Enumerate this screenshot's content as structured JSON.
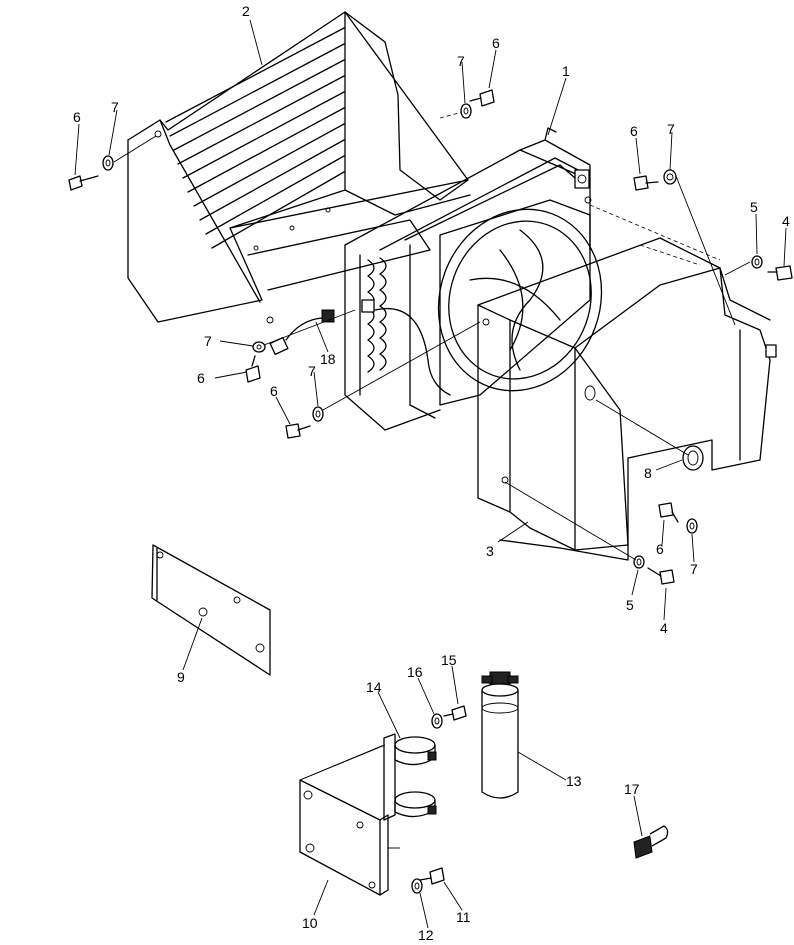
{
  "callouts": [
    {
      "text": "1"
    },
    {
      "text": "2"
    },
    {
      "text": "3"
    },
    {
      "text": "4"
    },
    {
      "text": "4"
    },
    {
      "text": "5"
    },
    {
      "text": "5"
    },
    {
      "text": "6"
    },
    {
      "text": "6"
    },
    {
      "text": "6"
    },
    {
      "text": "6"
    },
    {
      "text": "6"
    },
    {
      "text": "6"
    },
    {
      "text": "7"
    },
    {
      "text": "7"
    },
    {
      "text": "7"
    },
    {
      "text": "7"
    },
    {
      "text": "7"
    },
    {
      "text": "7"
    },
    {
      "text": "8"
    },
    {
      "text": "9"
    },
    {
      "text": "10"
    },
    {
      "text": "11"
    },
    {
      "text": "12"
    },
    {
      "text": "13"
    },
    {
      "text": "14"
    },
    {
      "text": "15"
    },
    {
      "text": "16"
    },
    {
      "text": "17"
    },
    {
      "text": "18"
    }
  ]
}
